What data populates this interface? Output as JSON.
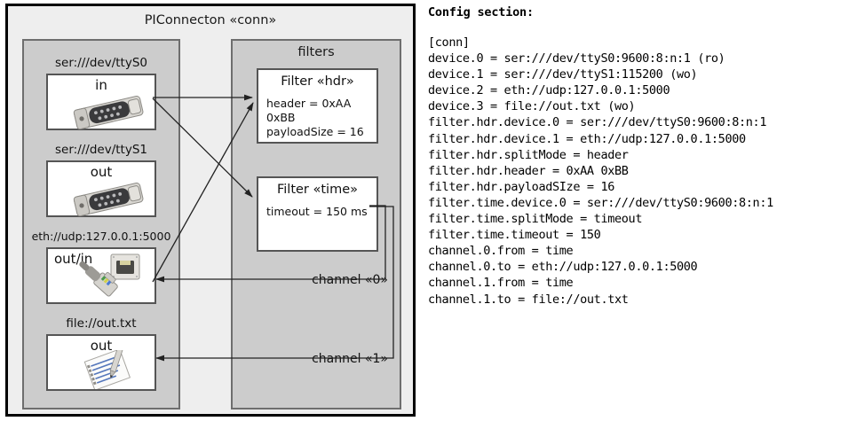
{
  "diagram": {
    "title": "PIConnecton «conn»",
    "devices_panel": {
      "title": "",
      "items": [
        {
          "label": "ser:///dev/ttyS0",
          "direction": "in",
          "icon": "serial-port-icon"
        },
        {
          "label": "ser:///dev/ttyS1",
          "direction": "out",
          "icon": "serial-port-icon"
        },
        {
          "label": "eth://udp:127.0.0.1:5000",
          "direction": "out/in",
          "icon": "ethernet-jack-icon"
        },
        {
          "label": "file://out.txt",
          "direction": "out",
          "icon": "text-file-icon"
        }
      ]
    },
    "filters_panel": {
      "title": "filters",
      "filters": [
        {
          "title": "Filter «hdr»",
          "props": [
            "header = 0xAA 0xBB",
            "payloadSize = 16"
          ]
        },
        {
          "title": "Filter «time»",
          "props": [
            "timeout = 150 ms"
          ]
        }
      ],
      "channels": [
        {
          "label": "channel «0»"
        },
        {
          "label": "channel «1»"
        }
      ]
    }
  },
  "config": {
    "heading": "Config section:",
    "lines": [
      "[conn]",
      "device.0 = ser:///dev/ttyS0:9600:8:n:1 (ro)",
      "device.1 = ser:///dev/ttyS1:115200 (wo)",
      "device.2 = eth://udp:127.0.0.1:5000",
      "device.3 = file://out.txt (wo)",
      "filter.hdr.device.0 = ser:///dev/ttyS0:9600:8:n:1",
      "filter.hdr.device.1 = eth://udp:127.0.0.1:5000",
      "filter.hdr.splitMode = header",
      "filter.hdr.header = 0xAA 0xBB",
      "filter.hdr.payloadSIze = 16",
      "filter.time.device.0 = ser:///dev/ttyS0:9600:8:n:1",
      "filter.time.splitMode = timeout",
      "filter.time.timeout = 150",
      "channel.0.from = time",
      "channel.0.to = eth://udp:127.0.0.1:5000",
      "channel.1.from = time",
      "channel.1.to = file://out.txt"
    ]
  },
  "colors": {
    "frame_border": "#000000",
    "frame_fill": "#eeeeee",
    "panel_fill": "#cccccc",
    "panel_border": "#6e6e6e",
    "box_fill": "#ffffff",
    "box_border": "#555555",
    "connector_stroke": "#222222"
  }
}
